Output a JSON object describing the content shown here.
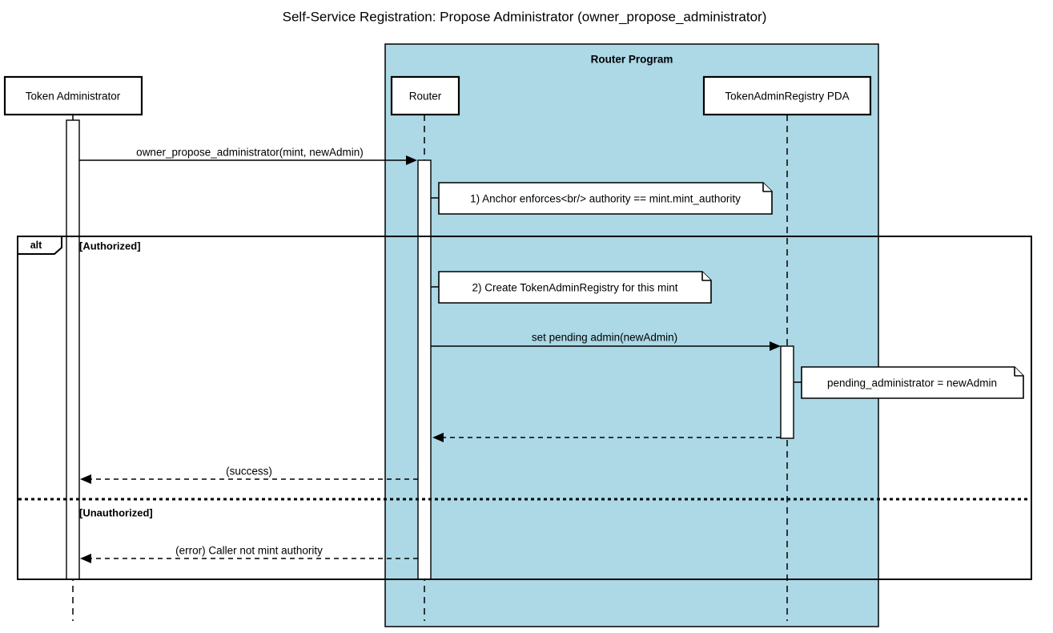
{
  "title": "Self-Service Registration: Propose Administrator (owner_propose_administrator)",
  "colors": {
    "program_fill": "#ADD8E6",
    "stroke": "#000000",
    "note_fill": "#FFFFFF",
    "bg": "#FFFFFF"
  },
  "program": {
    "label": "Router Program"
  },
  "participants": [
    {
      "id": "token-admin",
      "label": "Token Administrator"
    },
    {
      "id": "router",
      "label": "Router"
    },
    {
      "id": "registry-pda",
      "label": "TokenAdminRegistry PDA"
    }
  ],
  "messages": [
    {
      "label": "owner_propose_administrator(mint, newAdmin)",
      "type": "solid",
      "from": "token-admin",
      "to": "router"
    },
    {
      "label": "set pending admin(newAdmin)",
      "type": "solid",
      "from": "router",
      "to": "registry-pda"
    },
    {
      "label": "",
      "type": "dashed-return",
      "from": "registry-pda",
      "to": "router"
    },
    {
      "label": "(success)",
      "type": "dashed-return",
      "from": "router",
      "to": "token-admin"
    },
    {
      "label": "(error) Caller not mint authority",
      "type": "dashed-return",
      "from": "router",
      "to": "token-admin"
    }
  ],
  "notes": [
    {
      "label": "1) Anchor enforces<br/> authority == mint.mint_authority",
      "attached_to": "router"
    },
    {
      "label": "2) Create TokenAdminRegistry for this mint",
      "attached_to": "router"
    },
    {
      "label": "pending_administrator = newAdmin",
      "attached_to": "registry-pda"
    }
  ],
  "alt_frame": {
    "label": "alt",
    "sections": [
      {
        "condition": "[Authorized]"
      },
      {
        "condition": "[Unauthorized]"
      }
    ]
  }
}
